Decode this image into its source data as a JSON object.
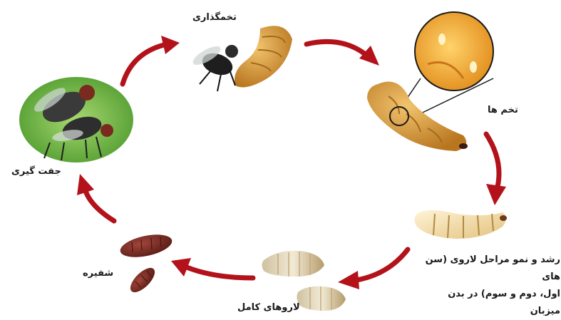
{
  "diagram": {
    "stages": [
      {
        "id": "mating",
        "label": "جفت گیری"
      },
      {
        "id": "oviposition",
        "label": "تخمگذاری"
      },
      {
        "id": "eggs",
        "label": "تخم ها"
      },
      {
        "id": "larval_growth",
        "label_line1": "رشد و نمو مراحل لاروی (سن های",
        "label_line2": "اول، دوم و سوم) در بدن میزبان"
      },
      {
        "id": "mature_larvae",
        "label": "لاروهای کامل"
      },
      {
        "id": "pupa",
        "label": "شفیره"
      }
    ],
    "colors": {
      "arrow": "#b3121a",
      "host_larva": "#d49a3c",
      "fly_body": "#2a2a2a",
      "pupa": "#7a2e22",
      "mating_bg": "#6fb34a",
      "egg_zoom_bg": "#f0a43a"
    }
  }
}
